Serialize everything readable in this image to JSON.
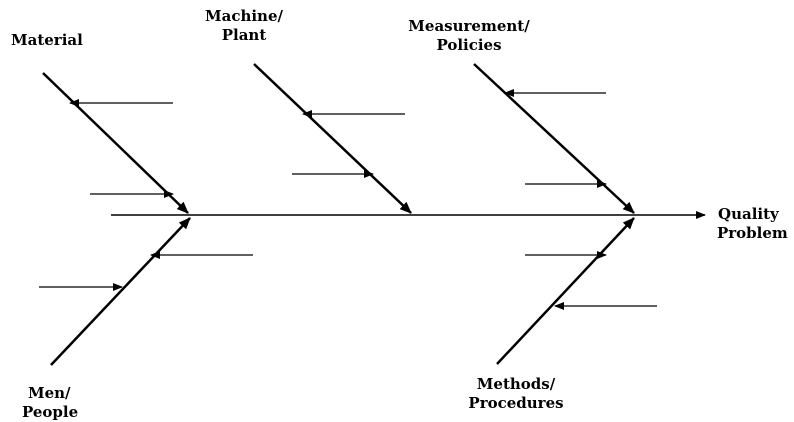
{
  "colors": {
    "line": "#000000",
    "background": "#ffffff"
  },
  "effect": {
    "line1": "Quality",
    "line2": "Problem"
  },
  "categories": {
    "material": {
      "line1": "Material"
    },
    "machine": {
      "line1": "Machine/",
      "line2": "Plant"
    },
    "measurement": {
      "line1": "Measurement/",
      "line2": "Policies"
    },
    "men": {
      "line1": "Men/",
      "line2": "People"
    },
    "methods": {
      "line1": "Methods/",
      "line2": "Procedures"
    }
  }
}
